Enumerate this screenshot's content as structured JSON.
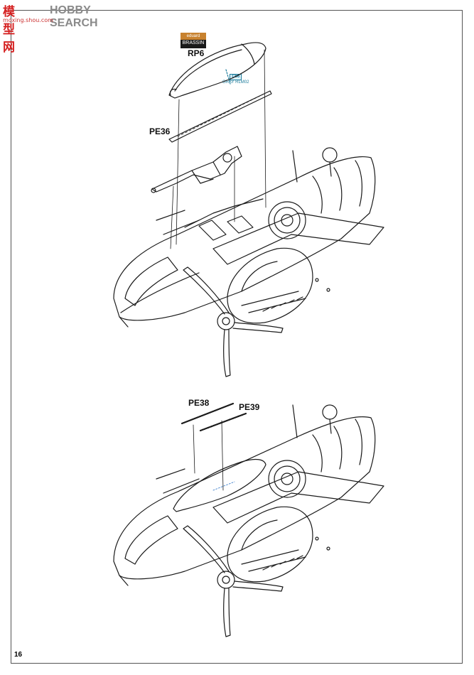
{
  "watermark": {
    "cn": "模型网",
    "en": "HOBBY SEARCH",
    "url": "moxing.shou.com"
  },
  "badge": {
    "brand": "eduard",
    "line": "BRASSIN"
  },
  "parts": {
    "rp6": "RP6",
    "pe36": "PE36",
    "pe38": "PE38",
    "pe39": "PE39"
  },
  "color_callout": {
    "code": "C66",
    "name": "GRAY RLM02"
  },
  "page_number": "16",
  "colors": {
    "line": "#1a1a1a",
    "accent": "#1a7a9a",
    "badge_brand": "#c8822f"
  }
}
